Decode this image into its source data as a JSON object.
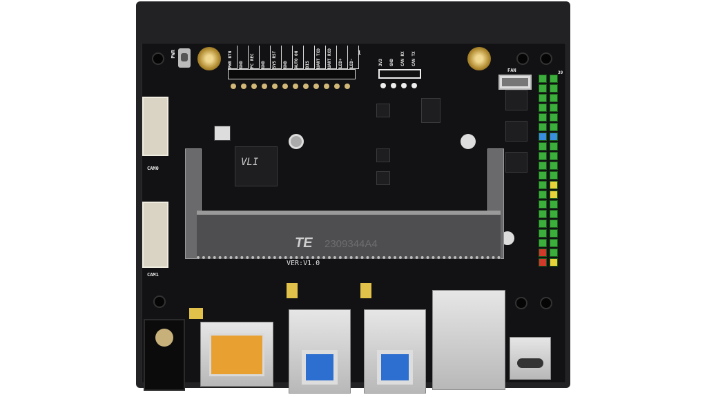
{
  "board": {
    "top_header_labels": [
      "PWR BTN",
      "GND",
      "FC REC",
      "GND",
      "SYS RST",
      "GND",
      "AUTO ON",
      "DIS",
      "UART TXD",
      "UART RXD",
      "LED+",
      "LED-"
    ],
    "can_header_labels": [
      "3V3",
      "GND",
      "CAN RX",
      "CAN TX"
    ],
    "pwr_button_label": "PWR",
    "fan_label": "FAN",
    "cam0_label": "CAM0",
    "cam1_label": "CAM1",
    "version_label": "VER:V1.0",
    "chip_label": "VLI",
    "slot_brand": "TE",
    "slot_part": "2309344A4",
    "pin1_label": "1",
    "gpio_pin_label": "39"
  },
  "colors": {
    "pcb": "#121214",
    "gpio_green": "#3cae3c",
    "gpio_blue": "#3a8ee0",
    "gpio_yellow": "#e8d23a",
    "gpio_red": "#d03a2a",
    "hdmi_orange": "#e8a030",
    "usb_blue": "#2d6fd0"
  }
}
